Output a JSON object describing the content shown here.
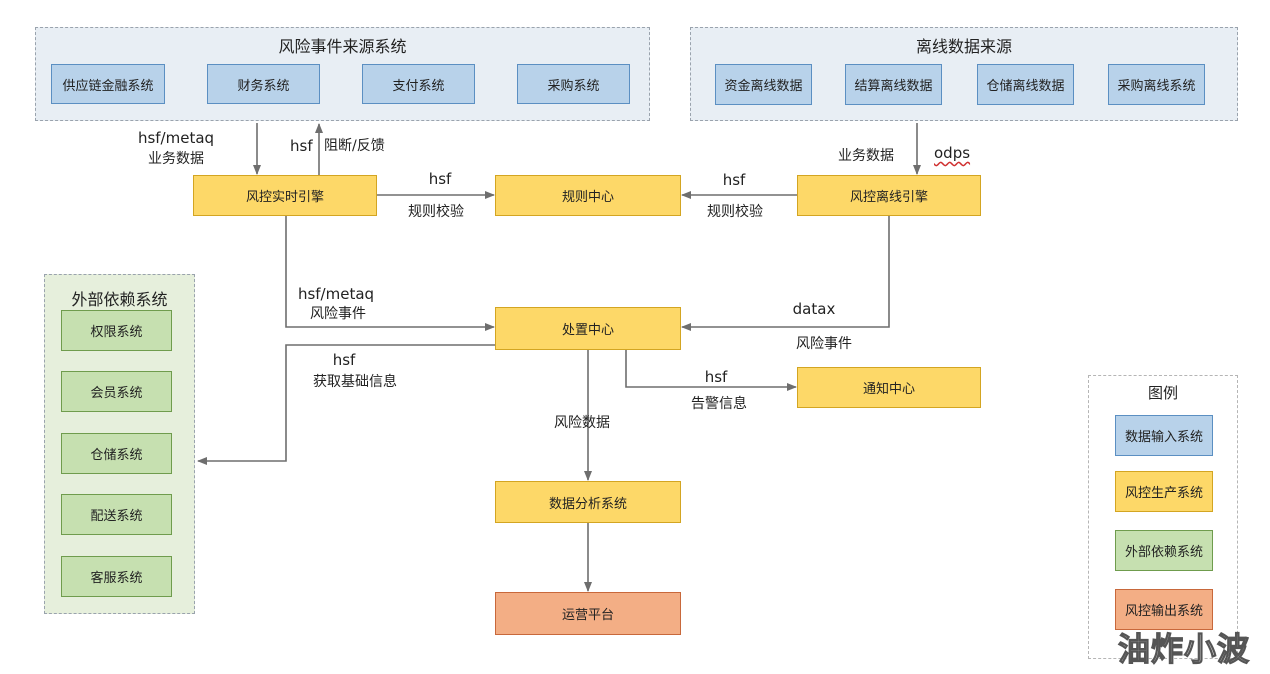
{
  "groups": {
    "risk_sources": {
      "title": "风险事件来源系统"
    },
    "offline_sources": {
      "title": "离线数据来源"
    },
    "external": {
      "title": "外部依赖系统"
    },
    "legend": {
      "title": "图例"
    }
  },
  "nodes": {
    "supply_chain": "供应链金融系统",
    "finance": "财务系统",
    "payment": "支付系统",
    "purchase": "采购系统",
    "fund_offline": "资金离线数据",
    "settle_offline": "结算离线数据",
    "warehouse_offline": "仓储离线数据",
    "purchase_offline": "采购离线系统",
    "realtime_engine": "风控实时引擎",
    "rule_center": "规则中心",
    "offline_engine": "风控离线引擎",
    "disposal_center": "处置中心",
    "notify_center": "通知中心",
    "data_analysis": "数据分析系统",
    "ops_platform": "运营平台",
    "ext_permission": "权限系统",
    "ext_member": "会员系统",
    "ext_warehouse": "仓储系统",
    "ext_delivery": "配送系统",
    "ext_service": "客服系统"
  },
  "legend": {
    "input": "数据输入系统",
    "production": "风控生产系统",
    "external": "外部依赖系统",
    "output": "风控输出系统"
  },
  "labels": {
    "hsf_metaq_top": "hsf/metaq",
    "biz_data_left": "业务数据",
    "hsf_feedback": "hsf",
    "block_feedback": "阻断/反馈",
    "biz_data_right": "业务数据",
    "odps": "odps",
    "hsf_rule_left": "hsf",
    "rule_check_left": "规则校验",
    "hsf_rule_right": "hsf",
    "rule_check_right": "规则校验",
    "hsf_metaq_mid": "hsf/metaq",
    "risk_event_left": "风险事件",
    "datax": "datax",
    "risk_event_right": "风险事件",
    "hsf_basic": "hsf",
    "get_basic_info": "获取基础信息",
    "risk_data": "风险数据",
    "hsf_alarm": "hsf",
    "alarm_info": "告警信息"
  },
  "watermark": "油炸小波",
  "colors": {
    "input": "#b8d2ea",
    "production": "#fdd868",
    "external": "#c6e0b0",
    "output": "#f3ae85",
    "arrow": "#6e6e6e"
  }
}
